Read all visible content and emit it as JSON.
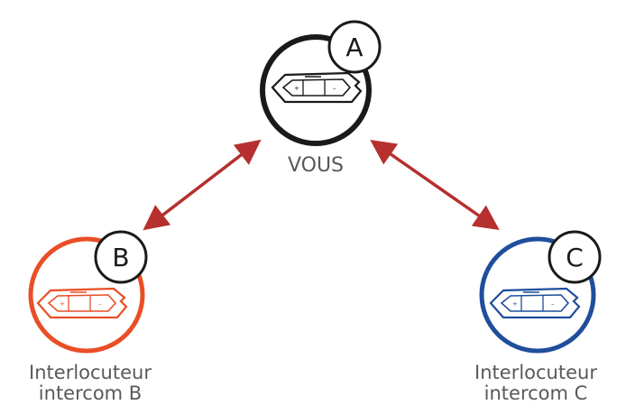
{
  "nodes": {
    "a": {
      "letter": "A",
      "label": "VOUS",
      "ring_color": "#1a1a1a",
      "device_color": "#1a1a1a"
    },
    "b": {
      "letter": "B",
      "label_line1": "Interlocuteur",
      "label_line2": "intercom B",
      "ring_color": "#e94e26",
      "device_color": "#e94e26"
    },
    "c": {
      "letter": "C",
      "label_line1": "Interlocuteur",
      "label_line2": "intercom C",
      "ring_color": "#1f4e9c",
      "device_color": "#1f4e9c"
    }
  },
  "device": {
    "plus_symbol": "+",
    "minus_symbol": "–",
    "icon": "headset-device-icon"
  },
  "connection_color": "#b5302e",
  "label_color": "#58595b"
}
